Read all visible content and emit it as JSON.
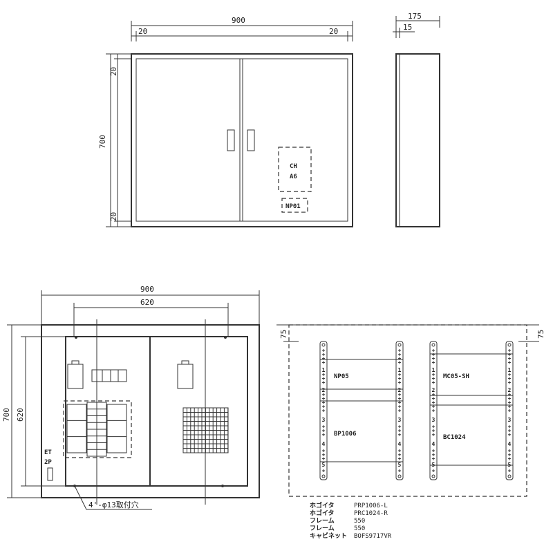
{
  "front_view": {
    "dim_width": "900",
    "dim_left_margin": "20",
    "dim_right_margin": "20",
    "dim_height": "700",
    "dim_top_margin": "20",
    "dim_bottom_margin": "20",
    "ch_label_1": "CH",
    "ch_label_2": "A6",
    "nameplate": "NP01"
  },
  "side_view": {
    "dim_depth": "175",
    "dim_inner": "15"
  },
  "interior_view": {
    "dim_width": "900",
    "dim_mount_width": "620",
    "dim_height": "700",
    "dim_mount_height": "620",
    "et_label_1": "ET",
    "et_label_2": "2P",
    "mounting_hole_note": "4'-φ13取付穴"
  },
  "rail_view": {
    "dim_top_left": "75",
    "dim_top_right": "75",
    "left_modules": [
      "NP05",
      "BP1006"
    ],
    "right_modules": [
      "MC05-SH",
      "BC1024"
    ],
    "rail_numbers": [
      "1",
      "2",
      "3",
      "4",
      "5"
    ]
  },
  "parts_list": [
    {
      "name": "ホゴイタ",
      "code": "PRP1006-L"
    },
    {
      "name": "ホゴイタ",
      "code": "PRC1024-R"
    },
    {
      "name": "フレーム",
      "code": "550"
    },
    {
      "name": "フレーム",
      "code": "550"
    },
    {
      "name": "キャビネット",
      "code": "BOFS9717VR"
    }
  ]
}
